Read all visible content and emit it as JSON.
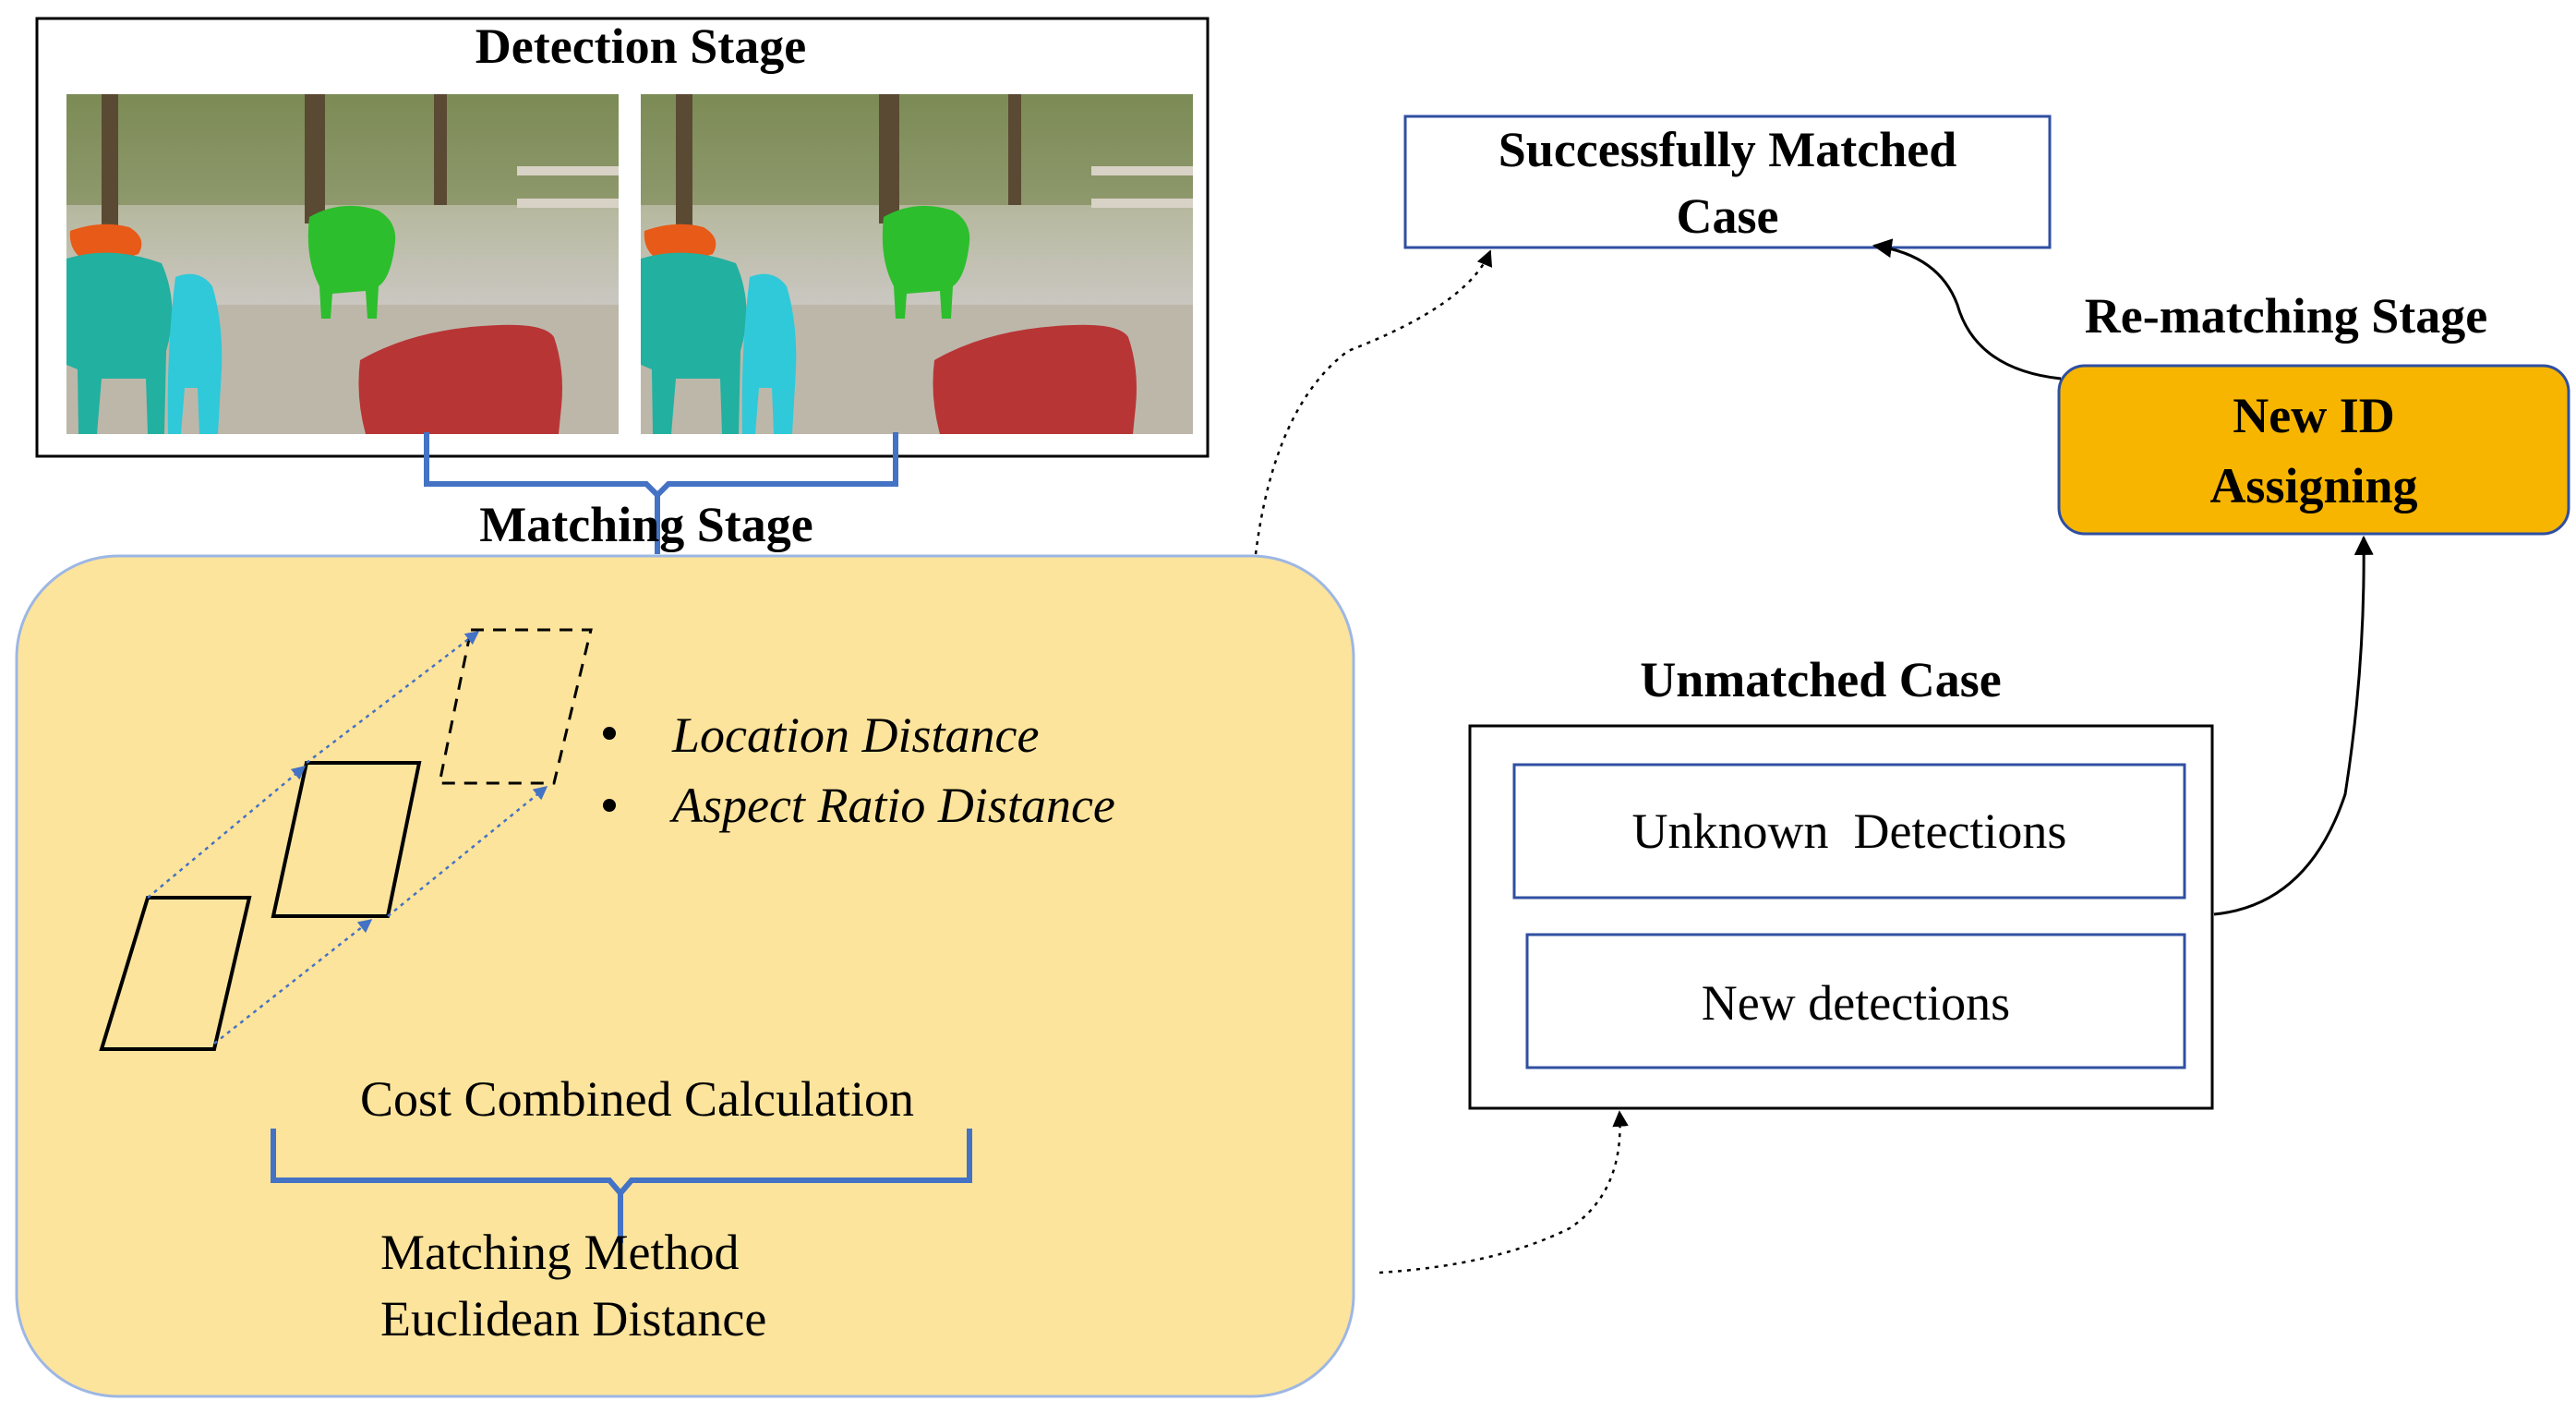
{
  "detection_stage": {
    "title": "Detection Stage"
  },
  "matching_stage": {
    "title": "Matching Stage",
    "bullets": [
      "Location Distance",
      "Aspect Ratio Distance"
    ],
    "cost_label": "Cost Combined Calculation",
    "method_line1": "Matching Method",
    "method_line2": "Euclidean Distance"
  },
  "matched_case": {
    "line1": "Successfully Matched",
    "line2": "Case"
  },
  "rematching_stage": {
    "title": "Re-matching Stage",
    "box_line1": "New ID",
    "box_line2": "Assigning"
  },
  "unmatched_case": {
    "title": "Unmatched Case",
    "item1": "Unknown  Detections",
    "item2": "New detections"
  },
  "colors": {
    "matching_fill": "#FDE49C",
    "matching_border": "#9DB7E4",
    "new_id_fill": "#F7B500",
    "accent_blue": "#2F4FA0",
    "bracket_blue": "#4472C4",
    "cow_green": "#2DBE2D",
    "cow_teal": "#22B0A0",
    "cow_cyan": "#2FC9D9",
    "cow_red": "#B83535",
    "cow_orange": "#E85A17"
  }
}
